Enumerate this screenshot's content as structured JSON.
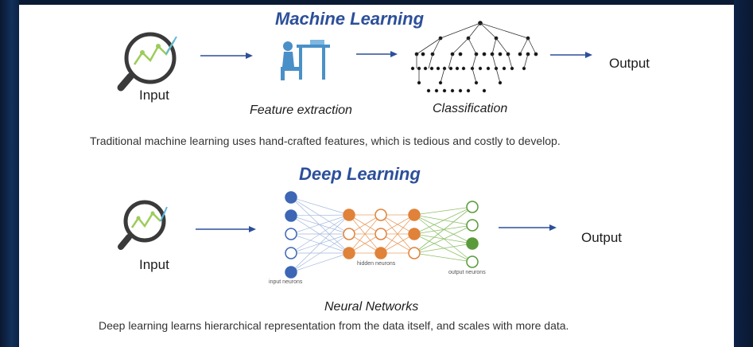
{
  "machine_learning": {
    "title": "Machine Learning",
    "input_label": "Input",
    "feature_label": "Feature extraction",
    "classification_label": "Classification",
    "output_label": "Output",
    "caption": "Traditional machine learning uses hand-crafted features, which is tedious and costly to develop."
  },
  "deep_learning": {
    "title": "Deep Learning",
    "input_label": "Input",
    "network_label": "Neural Networks",
    "output_label": "Output",
    "input_neurons": "input neurons",
    "hidden_neurons": "hidden neurons",
    "output_neurons": "output neurons",
    "caption": "Deep learning learns hierarchical representation from the data itself, and scales with more data."
  },
  "colors": {
    "title": "#2c4f9a",
    "arrow": "#2c4f9a",
    "input_neuron": "#3d66b5",
    "hidden_neuron": "#e0823a",
    "output_neuron": "#5a9a3a",
    "frame": "#0b1a33"
  },
  "icons": {
    "magnifier": "magnifier-chart-icon",
    "person": "person-at-desk-icon",
    "tree": "decision-tree-icon"
  }
}
